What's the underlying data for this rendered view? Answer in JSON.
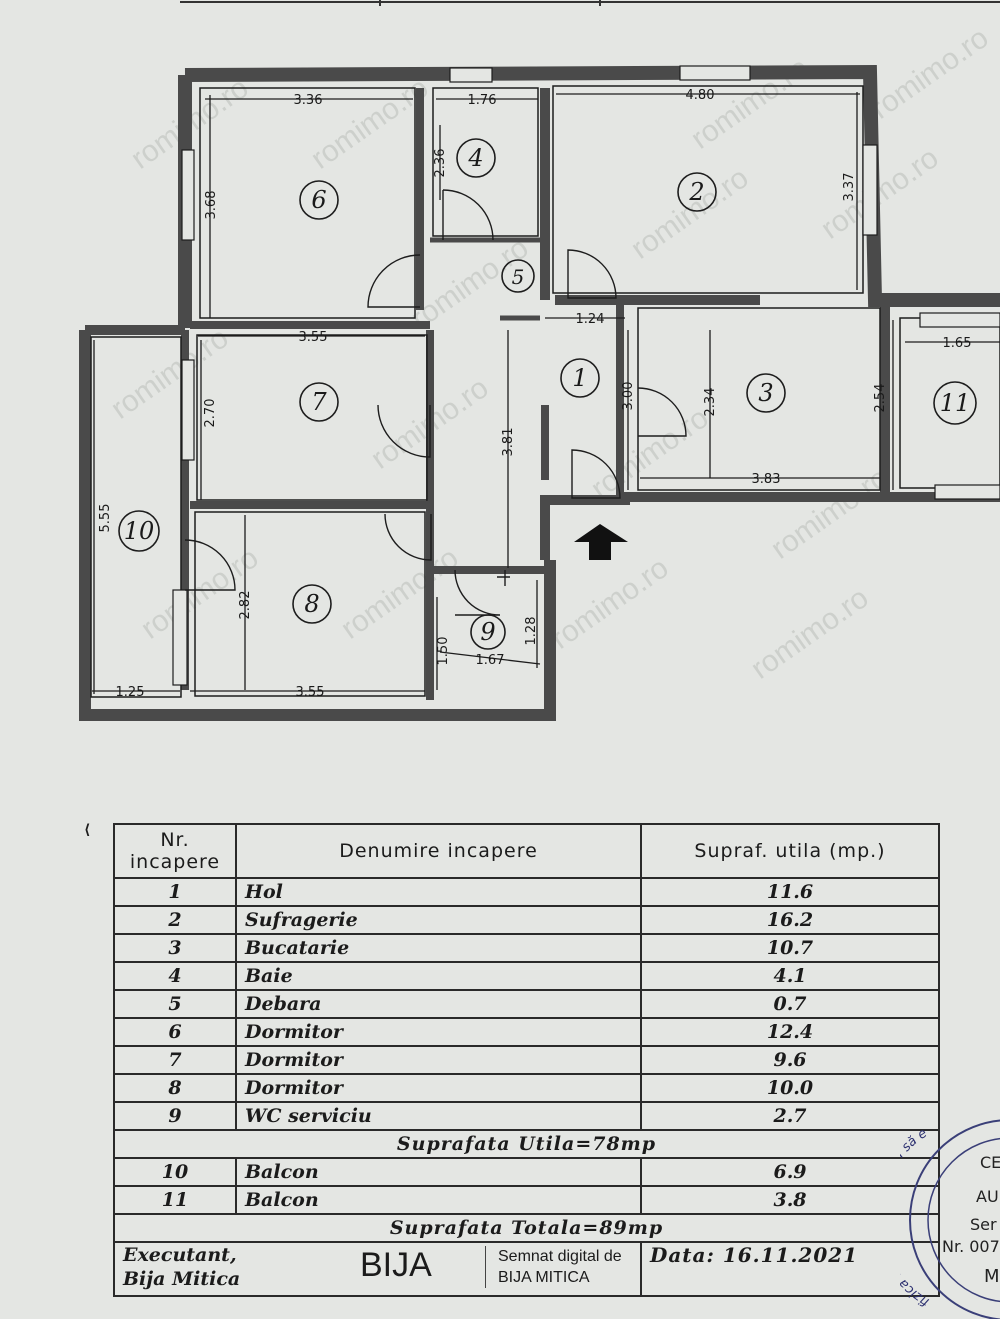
{
  "floor_plan": {
    "rooms": [
      {
        "number": "1"
      },
      {
        "number": "2"
      },
      {
        "number": "3"
      },
      {
        "number": "4"
      },
      {
        "number": "5"
      },
      {
        "number": "6"
      },
      {
        "number": "7"
      },
      {
        "number": "8"
      },
      {
        "number": "9"
      },
      {
        "number": "10"
      },
      {
        "number": "11"
      }
    ],
    "dimensions": [
      "3.36",
      "1.76",
      "4.80",
      "2.36",
      "3.68",
      "3.37",
      "1.24",
      "3.55",
      "1.65",
      "3.00",
      "2.34",
      "2.54",
      "2.70",
      "3.81",
      "3.83",
      "5.55",
      "2.82",
      "1.50",
      "1.67",
      "1.28",
      "1.25",
      "3.55"
    ],
    "watermark": "romimo.ro"
  },
  "table": {
    "headers": {
      "nr": "Nr. incapere",
      "name": "Denumire incapere",
      "area": "Supraf. utila (mp.)"
    },
    "rows": [
      {
        "nr": "1",
        "name": "Hol",
        "area": "11.6"
      },
      {
        "nr": "2",
        "name": "Sufragerie",
        "area": "16.2"
      },
      {
        "nr": "3",
        "name": "Bucatarie",
        "area": "10.7"
      },
      {
        "nr": "4",
        "name": "Baie",
        "area": "4.1"
      },
      {
        "nr": "5",
        "name": "Debara",
        "area": "0.7"
      },
      {
        "nr": "6",
        "name": "Dormitor",
        "area": "12.4"
      },
      {
        "nr": "7",
        "name": "Dormitor",
        "area": "9.6"
      },
      {
        "nr": "8",
        "name": "Dormitor",
        "area": "10.0"
      },
      {
        "nr": "9",
        "name": "WC serviciu",
        "area": "2.7"
      }
    ],
    "subtotal": "Suprafata Utila=78mp",
    "balcony_rows": [
      {
        "nr": "10",
        "name": "Balcon",
        "area": "6.9"
      },
      {
        "nr": "11",
        "name": "Balcon",
        "area": "3.8"
      }
    ],
    "total": "Suprafata Totala=89mp",
    "executant": "Executant,",
    "executant_name": "Bija Mitica",
    "signature_initials": "BIJA",
    "digital_signature_line1": "Semnat digital de",
    "digital_signature_line2": "BIJA MITICA",
    "date": "Data: 16.11.2021"
  },
  "stamp": {
    "arc_text": "fizica autorizata de ANCPI să e",
    "fragments": [
      "CE",
      "AU",
      "Ser",
      "Nr. 007",
      "M"
    ]
  }
}
